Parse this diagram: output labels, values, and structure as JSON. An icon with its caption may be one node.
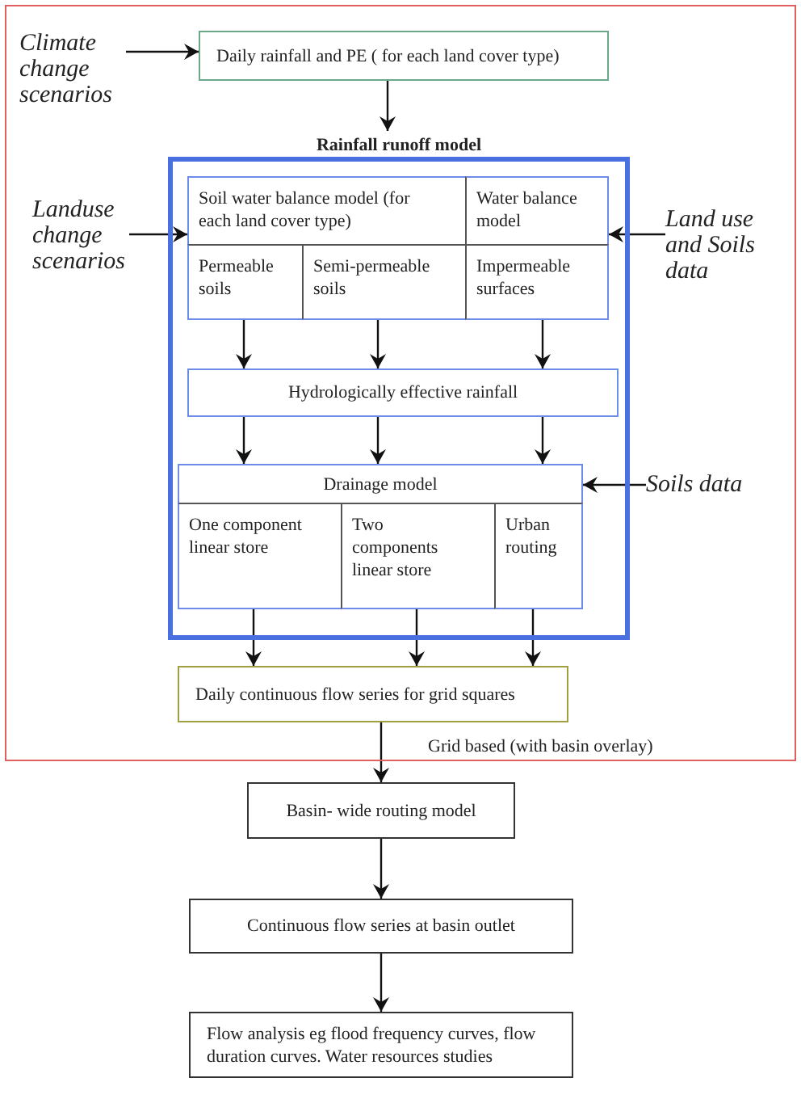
{
  "diagram": {
    "nodes": [
      {
        "text": [],
        "shape": "box"
      },
      {
        "text": [
          "Climate change scenarios"
        ],
        "in": 0
      },
      {
        "text": [
          "Daily rainfall and PE ( for each land cover type)"
        ],
        "in": 0
      },
      {
        "text": [
          "Rainfall runoff model"
        ],
        "in": 0
      },
      {
        "text": [
          "Landuse change scenarios"
        ],
        "in": 0
      },
      {
        "text": [
          "Soil water balance model (for each land cover type)"
        ],
        "in": 3
      },
      {
        "text": [
          "Water balance model"
        ],
        "in": 3
      },
      {
        "text": [
          "Land use and Soils data"
        ],
        "in": 0
      },
      {
        "text": [
          "Permeable soils"
        ],
        "in": 3
      },
      {
        "text": [
          "Semi-permeable soils"
        ],
        "in": 3
      },
      {
        "text": [
          "Impermeable surfaces"
        ],
        "in": 3
      },
      {
        "text": [
          "Hydrologically effective rainfall"
        ],
        "in": 3
      },
      {
        "text": [
          "Drainage model"
        ],
        "in": 3
      },
      {
        "text": [
          "Soils data"
        ],
        "in": 0
      },
      {
        "text": [
          "One component linear store"
        ],
        "in": 3
      },
      {
        "text": [
          "Two components linear store"
        ],
        "in": 3
      },
      {
        "text": [
          "Urban routing"
        ],
        "in": 3
      },
      {
        "text": [
          "Daily continuous flow series for grid squares"
        ],
        "in": 0
      },
      {
        "text": [
          "Basin- wide routing model"
        ]
      },
      {
        "text": [
          "Continuous flow series at basin outlet"
        ]
      },
      {
        "text": [
          "Flow analysis eg flood frequency curves, flow duration curves. Water resources studies"
        ]
      }
    ],
    "edges": [
      {
        "from": 1,
        "to": 2,
        "arrow": "to"
      },
      {
        "from": 2,
        "to": 3,
        "arrow": "to"
      },
      {
        "from": 4,
        "to": 5,
        "arrow": "to"
      },
      {
        "from": 7,
        "to": 6,
        "arrow": "to"
      },
      {
        "from": 8,
        "to": 11,
        "arrow": "to"
      },
      {
        "from": 9,
        "to": 11,
        "arrow": "to"
      },
      {
        "from": 10,
        "to": 11,
        "arrow": "to"
      },
      {
        "from": 11,
        "to": 12,
        "arrow": "to"
      },
      {
        "from": 11,
        "to": 12,
        "arrow": "to"
      },
      {
        "from": 11,
        "to": 12,
        "arrow": "to"
      },
      {
        "from": 13,
        "to": 12,
        "arrow": "to"
      },
      {
        "from": 14,
        "to": 17,
        "arrow": "to"
      },
      {
        "from": 15,
        "to": 17,
        "arrow": "to"
      },
      {
        "from": 16,
        "to": 17,
        "arrow": "to"
      },
      {
        "from": 17,
        "to": 18,
        "label": "Grid based (with basin overlay)",
        "arrow": "to"
      },
      {
        "from": 18,
        "to": 19,
        "arrow": "to"
      },
      {
        "from": 19,
        "to": 20,
        "arrow": "to"
      }
    ]
  }
}
